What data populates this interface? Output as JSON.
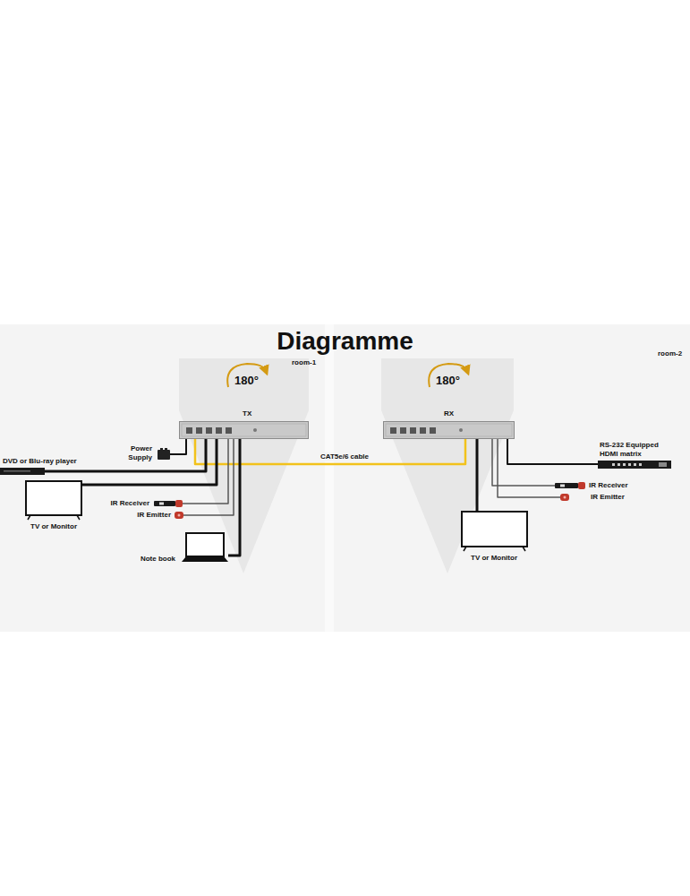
{
  "diagram": {
    "title": "Diagramme",
    "nodes": [
      {
        "text": [
          "TX"
        ]
      },
      {
        "text": [
          "RX"
        ]
      },
      {
        "text": [
          "Power Supply"
        ]
      },
      {
        "text": [
          "DVD or Blu-ray player"
        ]
      },
      {
        "text": [
          "TV or Monitor"
        ]
      },
      {
        "text": [
          "IR Receiver"
        ]
      },
      {
        "text": [
          "IR Emitter"
        ]
      },
      {
        "text": [
          "Note book"
        ]
      },
      {
        "text": [
          "RS-232 Equipped HDMI matrix"
        ]
      },
      {
        "text": [
          "IR Receiver"
        ]
      },
      {
        "text": [
          "IR Emitter"
        ]
      },
      {
        "text": [
          "TV or Monitor"
        ]
      }
    ],
    "edges": [
      {
        "from": 0,
        "to": 1,
        "label": "CAT5e/6 cable",
        "arrow": "none"
      },
      {
        "from": 2,
        "to": 0,
        "arrow": "none"
      },
      {
        "from": 3,
        "to": 0,
        "arrow": "none"
      },
      {
        "from": 4,
        "to": 0,
        "arrow": "none"
      },
      {
        "from": 5,
        "to": 0,
        "arrow": "none"
      },
      {
        "from": 6,
        "to": 0,
        "arrow": "none"
      },
      {
        "from": 7,
        "to": 0,
        "arrow": "none"
      },
      {
        "from": 1,
        "to": 11,
        "arrow": "none"
      },
      {
        "from": 1,
        "to": 8,
        "arrow": "none"
      },
      {
        "from": 1,
        "to": 9,
        "arrow": "none"
      },
      {
        "from": 1,
        "to": 10,
        "arrow": "none"
      }
    ],
    "labels": [
      "room-1",
      "room-2",
      "180°",
      "180°"
    ]
  }
}
